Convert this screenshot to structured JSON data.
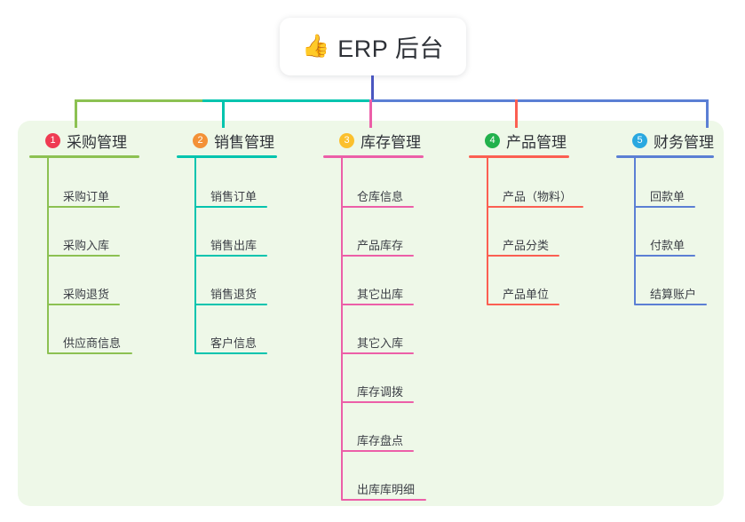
{
  "root": {
    "icon": "thumbs-up-icon",
    "emoji": "👍",
    "title": "ERP 后台"
  },
  "colors": {
    "panel_bg": "#eef8e8",
    "page_bg": "#ffffff",
    "root_stem": "#4a56c0",
    "branch_1": "#8cc152",
    "branch_2": "#00c4ae",
    "branch_3": "#ec5fa8",
    "branch_4": "#fb5f52",
    "branch_5": "#5b7fd4",
    "badge_1": "#ef3b52",
    "badge_2": "#f39137",
    "badge_3": "#fbc02d",
    "badge_4": "#22b14c",
    "badge_5": "#29a8e0",
    "text": "#2f3238"
  },
  "branches": [
    {
      "index": "1",
      "badge": "1",
      "title": "采购管理",
      "color": "#8cc152",
      "badge_color": "#ef3b52",
      "children": [
        "采购订单",
        "采购入库",
        "采购退货",
        "供应商信息"
      ]
    },
    {
      "index": "2",
      "badge": "2",
      "title": "销售管理",
      "color": "#00c4ae",
      "badge_color": "#f39137",
      "children": [
        "销售订单",
        "销售出库",
        "销售退货",
        "客户信息"
      ]
    },
    {
      "index": "3",
      "badge": "3",
      "title": "库存管理",
      "color": "#ec5fa8",
      "badge_color": "#fbc02d",
      "children": [
        "仓库信息",
        "产品库存",
        "其它出库",
        "其它入库",
        "库存调拨",
        "库存盘点",
        "出库库明细"
      ]
    },
    {
      "index": "4",
      "badge": "4",
      "title": "产品管理",
      "color": "#fb5f52",
      "badge_color": "#22b14c",
      "children": [
        "产品（物料）",
        "产品分类",
        "产品单位"
      ]
    },
    {
      "index": "5",
      "badge": "5",
      "title": "财务管理",
      "color": "#5b7fd4",
      "badge_color": "#29a8e0",
      "children": [
        "回款单",
        "付款单",
        "结算账户"
      ]
    }
  ]
}
